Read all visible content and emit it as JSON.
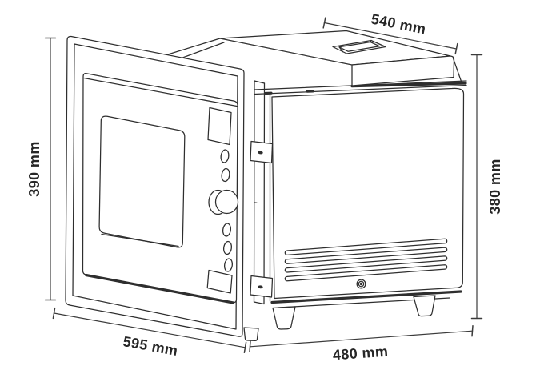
{
  "drawing": {
    "subject": "built-in-microwave-oven-dimension-diagram",
    "unit": "mm",
    "background_color": "#ffffff",
    "line_color": "#2e2e2e",
    "text_color": "#262626",
    "annotations": {
      "top_width": "540 mm",
      "front_height": "390 mm",
      "side_height": "380 mm",
      "front_width": "595 mm",
      "side_depth": "480 mm"
    },
    "values": {
      "top_width_mm": 540,
      "front_height_mm": 390,
      "side_height_mm": 380,
      "front_width_mm": 595,
      "side_depth_mm": 480
    }
  }
}
